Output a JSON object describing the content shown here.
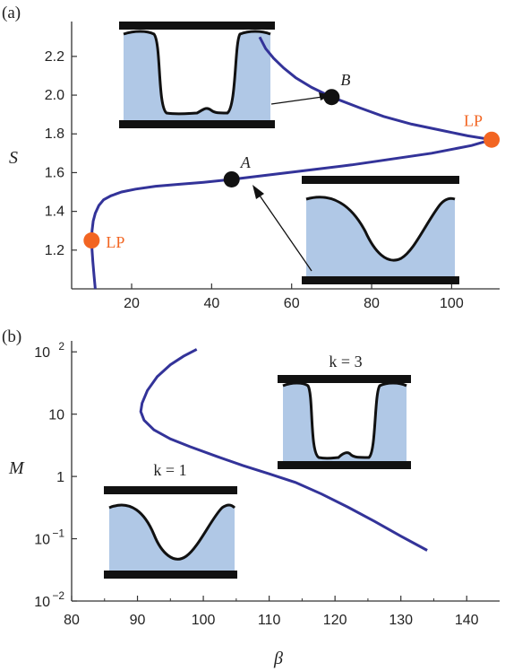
{
  "colors": {
    "curve": "#333399",
    "limit_point": "#f26522",
    "marker": "#111111",
    "fill": "#b0c8e6"
  },
  "chart_data": [
    {
      "panel": "(a)",
      "type": "line",
      "xlabel": "",
      "ylabel": "S",
      "xlim": [
        5,
        112
      ],
      "ylim": [
        1.0,
        2.38
      ],
      "xticks": [
        20,
        40,
        60,
        80,
        100
      ],
      "yticks": [
        1.2,
        1.4,
        1.6,
        1.8,
        2.0,
        2.2
      ],
      "ytick_labels": [
        "1.2",
        "1.4",
        "1.6",
        "1.8",
        "2.0",
        "2.2"
      ],
      "grid": false,
      "series": [
        {
          "x": [
            10.9,
            10.6,
            10.3,
            10.1,
            10.0,
            10.1,
            10.4,
            10.9,
            11.8,
            13.0,
            14.8,
            17.5,
            21.0,
            26.0,
            32.0,
            38.0,
            45.0,
            55.0,
            65.0,
            75.0,
            85.0,
            95.0,
            105.0,
            110.0,
            104.0,
            97.0,
            90.0,
            83.0,
            77.0,
            70.0,
            65.0,
            61.0,
            58.0,
            55.5,
            53.5,
            52.0
          ],
          "y": [
            1.0,
            1.07,
            1.14,
            1.2,
            1.25,
            1.3,
            1.35,
            1.39,
            1.43,
            1.46,
            1.48,
            1.5,
            1.515,
            1.53,
            1.54,
            1.55,
            1.565,
            1.59,
            1.615,
            1.64,
            1.67,
            1.7,
            1.74,
            1.77,
            1.79,
            1.82,
            1.85,
            1.89,
            1.935,
            1.99,
            2.04,
            2.09,
            2.14,
            2.19,
            2.24,
            2.3
          ]
        }
      ],
      "points": [
        {
          "label": "A",
          "x": 45,
          "y": 1.565,
          "kind": "solution"
        },
        {
          "label": "B",
          "x": 70,
          "y": 1.99,
          "kind": "solution"
        },
        {
          "label": "LP",
          "x": 10,
          "y": 1.25,
          "kind": "limit"
        },
        {
          "label": "LP",
          "x": 110,
          "y": 1.77,
          "kind": "limit"
        }
      ]
    },
    {
      "panel": "(b)",
      "type": "line",
      "xlabel": "β",
      "ylabel": "M",
      "xscale": "log-y",
      "xlim": [
        80,
        145
      ],
      "ylim": [
        0.01,
        150
      ],
      "xticks": [
        80,
        90,
        100,
        110,
        120,
        130,
        140
      ],
      "yticks": [
        0.01,
        0.1,
        1,
        10,
        100
      ],
      "ytick_labels": [
        "10",
        "10",
        "1",
        "10",
        "10"
      ],
      "ytick_exponents": [
        "−2",
        "−1",
        "",
        "",
        "2"
      ],
      "grid": false,
      "series": [
        {
          "x": [
            99.0,
            97.0,
            95.0,
            93.0,
            91.5,
            90.7,
            90.5,
            91.0,
            92.5,
            95.0,
            98.0,
            102.0,
            106.0,
            110.0,
            114.0,
            118.0,
            122.0,
            126.0,
            130.0,
            134.0
          ],
          "y": [
            110.0,
            85.0,
            62.0,
            40.0,
            24.0,
            15.0,
            11.0,
            8.0,
            5.6,
            4.0,
            3.0,
            2.1,
            1.5,
            1.1,
            0.8,
            0.52,
            0.32,
            0.19,
            0.11,
            0.065
          ]
        }
      ],
      "insets": [
        {
          "label": "k = 1"
        },
        {
          "label": "k = 3"
        }
      ]
    }
  ]
}
